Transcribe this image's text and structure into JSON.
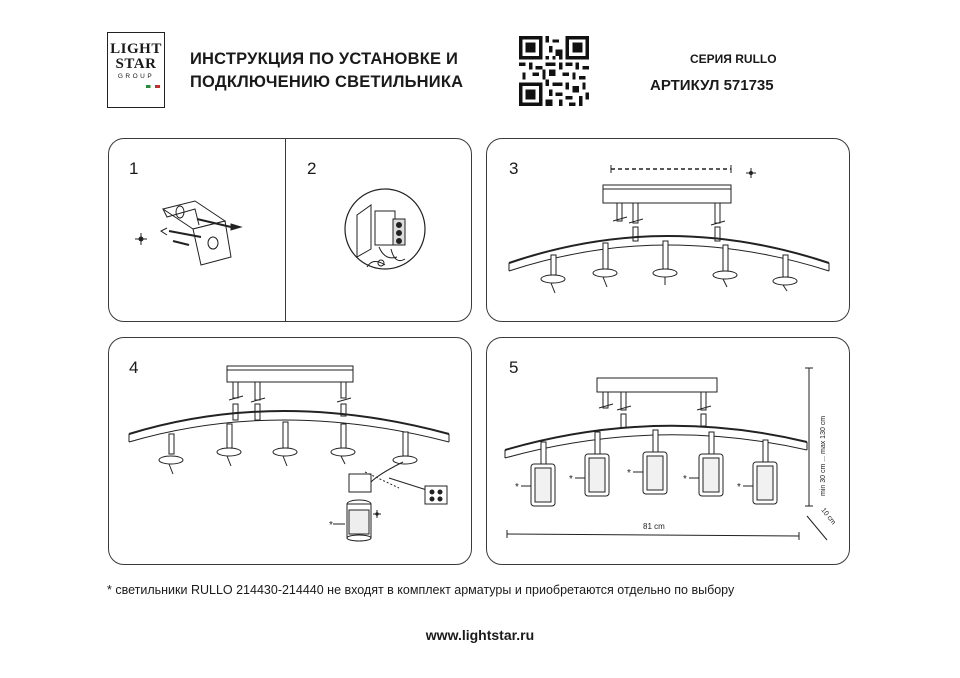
{
  "logo": {
    "line1": "LIGHT",
    "line2": "STAR",
    "line3": "GROUP"
  },
  "header": {
    "title_line1": "ИНСТРУКЦИЯ ПО УСТАНОВКЕ И",
    "title_line2": "ПОДКЛЮЧЕНИЮ СВЕТИЛЬНИКА",
    "series": "СЕРИЯ RULLO",
    "article": "АРТИКУЛ 571735"
  },
  "steps": [
    {
      "number": "1"
    },
    {
      "number": "2"
    },
    {
      "number": "3"
    },
    {
      "number": "4"
    },
    {
      "number": "5"
    }
  ],
  "annotations": {
    "asterisk": "*",
    "width": "81 cm",
    "height": "min 30 cm ... max 130 cm",
    "depth": "10 cm"
  },
  "footnote": "* светильники RULLO 214430-214440 не входят в комплект арматуры и приобретаются отдельно по выбору",
  "website": "www.lightstar.ru"
}
